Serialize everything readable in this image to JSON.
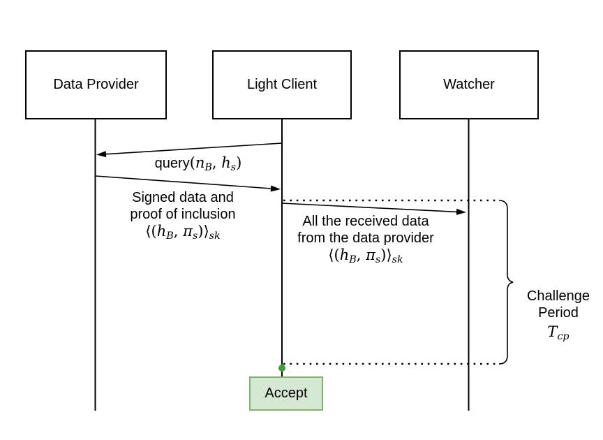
{
  "diagram_type": "sequence-diagram",
  "actors": [
    {
      "label": "Data Provider"
    },
    {
      "label": "Light Client"
    },
    {
      "label": "Watcher"
    }
  ],
  "messages": {
    "query": {
      "from": "Light Client",
      "to": "Data Provider",
      "text": "query",
      "math": "(n_B, h_s)"
    },
    "signed_data": {
      "from": "Data Provider",
      "to": "Light Client",
      "lines": [
        "Signed data and",
        "proof of inclusion"
      ],
      "math": "⟨(h_B, π_s)⟩_sk"
    },
    "forward_data": {
      "from": "Light Client",
      "to": "Watcher",
      "lines": [
        "All the received data",
        "from the data provider"
      ],
      "math": "⟨(h_B, π_s)⟩_sk"
    }
  },
  "challenge_period": {
    "lines": [
      "Challenge",
      "Period"
    ],
    "math": "T_cp"
  },
  "accept": {
    "label": "Accept"
  },
  "colors": {
    "line": "#000000",
    "accept_fill": "#d5e8d4",
    "accept_border": "#82b366",
    "commit_dot": "#3aa035",
    "background": "#ffffff"
  }
}
